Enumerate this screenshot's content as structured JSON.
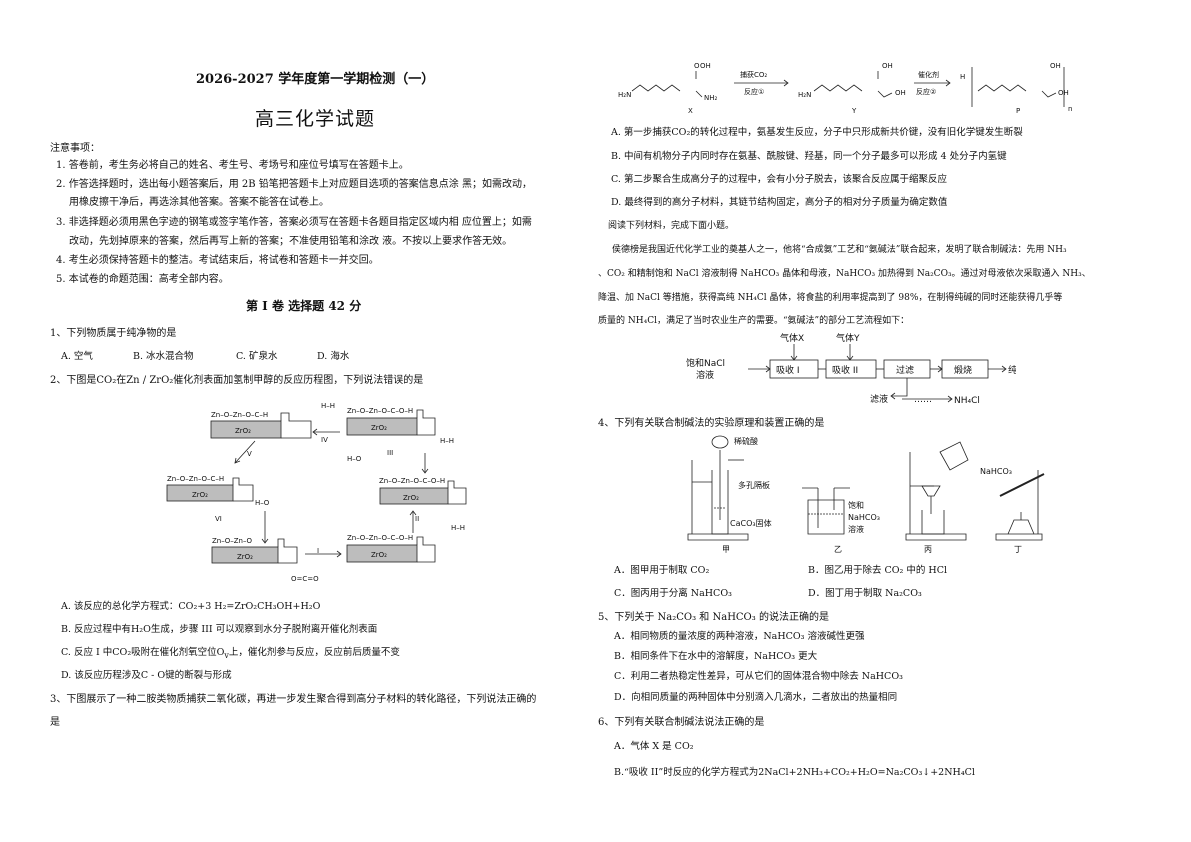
{
  "header": {
    "year_title": "2026-2027 学年度第一学期检测（一）",
    "subject_title": "高三化学试题"
  },
  "notice": {
    "heading": "注意事项：",
    "items": [
      "1. 答卷前，考生务必将自己的姓名、考生号、考场号和座位号填写在答题卡上。",
      "2. 作答选择题时，选出每小题答案后，用 2B 铅笔把答题卡上对应题目选项的答案信息点涂  黑；如需改动，",
      "用橡皮擦干净后，再选涂其他答案。答案不能答在试卷上。",
      "3. 非选择题必须用黑色字迹的钢笔或签字笔作答，答案必须写在答题卡各题目指定区域内相  应位置上；如需",
      "改动，先划掉原来的答案，然后再写上新的答案；不准使用铅笔和涂改  液。不按以上要求作答无效。",
      "4. 考生必须保持答题卡的整洁。考试结束后，将试卷和答题卡一并交回。",
      "5. 本试卷的命题范围：高考全部内容。"
    ]
  },
  "section1": {
    "title": "第 I 卷  选择题  42 分"
  },
  "q1": {
    "stem": "1、下列物质属于纯净物的是",
    "options": [
      "A. 空气",
      "B. 冰水混合物",
      "C. 矿泉水",
      "D. 海水"
    ]
  },
  "q2": {
    "stem": "2、下图是CO₂在Zn / ZrO₂催化剂表面加氢制甲醇的反应历程图，下列说法错误的是",
    "options": [
      "A. 该反应的总化学方程式：CO₂+3  H₂=ZrO₂CH₃OH+H₂O",
      "B. 反应过程中有H₂O生成，步骤  III  可以观察到水分子脱附离开催化剂表面",
      "C. 反应  I  中CO₂吸附在催化剂氧空位O",
      "D. 该反应历程涉及C - O键的断裂与形成"
    ],
    "option_c_sub": "v",
    "option_c_tail": "上，催化剂参与反应，反应前后质量不变",
    "diagram": {
      "surface": "ZrO₂",
      "steps": [
        "I",
        "II",
        "III",
        "IV",
        "V",
        "VI"
      ],
      "h2": "H–H",
      "co2": "O=C=O",
      "water": "H–O",
      "chains": [
        "Zn–O–Zn–O–C–O–H",
        "Zn–O–Zn–O–C–O–H",
        "Zn–O–Zn–O–C–H",
        "Zn–O–Zn–O–C–H",
        "Zn–O–Zn–O"
      ]
    }
  },
  "q3": {
    "stem": "3、下图展示了一种二胺类物质捕获二氧化碳，再进一步发生聚合得到高分子材料的转化路径，下列说法正确的",
    "stem2": "是",
    "scheme": {
      "step1_top": "捕获CO₂",
      "step1_bottom": "反应①",
      "step2_top": "催化剂",
      "step2_bottom": "反应②",
      "labels": [
        "X",
        "Y",
        "P"
      ],
      "groups": [
        "H₂N",
        "NH₂",
        "OH",
        "O",
        "H",
        "n"
      ]
    },
    "options": [
      "A. 第一步捕获CO₂的转化过程中，氨基发生反应，分子中只形成新共价键，没有旧化学键发生断裂",
      "B. 中间有机物分子内同时存在氨基、酰胺键、羟基，同一个分子最多可以形成  4  处分子内氢键",
      "C. 第二步聚合生成高分子的过程中，会有小分子脱去，该聚合反应属于缩聚反应",
      "D. 最终得到的高分子材料，其链节结构固定，高分子的相对分子质量为确定数值"
    ]
  },
  "reading": {
    "intro": "阅读下列材料，完成下面小题。",
    "lines": [
      "侯德榜是我国近代化学工业的奠基人之一，他将“合成氨”工艺和“氨碱法”联合起来，发明了联合制碱法：先用 NH₃",
      "、CO₂ 和精制饱和 NaCl 溶液制得 NaHCO₃ 晶体和母液，NaHCO₃ 加热得到 Na₂CO₃。通过对母液依次采取通入 NH₃、",
      "降温、加 NaCl 等措施，获得高纯 NH₄Cl 晶体，将食盐的利用率提高到了 98%，在制得纯碱的同时还能获得几乎等",
      "质量的 NH₄Cl，满足了当时农业生产的需要。“氨碱法”的部分工艺流程如下："
    ],
    "flow": {
      "feed": [
        "饱和NaCl",
        "溶液"
      ],
      "gas_x": "气体X",
      "gas_y": "气体Y",
      "boxes": [
        "吸收 I",
        "吸收 II",
        "过滤",
        "煅烧"
      ],
      "product": "纯碱",
      "filtrate": "滤液",
      "dots": "……",
      "nh4cl": "NH₄Cl"
    }
  },
  "q4": {
    "stem": "4、下列有关联合制碱法的实验原理和装置正确的是",
    "labels": {
      "acid": "稀硫酸",
      "plate": "多孔隔板",
      "solid": "CaCO₃固体",
      "sat1": "饱和",
      "sat2": "NaHCO₃",
      "sat3": "溶液",
      "nahco3": "NaHCO₃",
      "jia": "甲",
      "yi": "乙",
      "bing": "丙",
      "ding": "丁"
    },
    "options": [
      "A．图甲用于制取 CO₂",
      "B．图乙用于除去 CO₂ 中的 HCl",
      "C．图丙用于分离 NaHCO₃",
      "D．图丁用于制取 Na₂CO₃"
    ]
  },
  "q5": {
    "stem": "5、下列关于 Na₂CO₃ 和 NaHCO₃ 的说法正确的是",
    "options": [
      "A．相同物质的量浓度的两种溶液，NaHCO₃ 溶液碱性更强",
      "B．相同条件下在水中的溶解度，NaHCO₃ 更大",
      "C．利用二者热稳定性差异，可从它们的固体混合物中除去 NaHCO₃",
      "D．向相同质量的两种固体中分别滴入几滴水，二者放出的热量相同"
    ]
  },
  "q6": {
    "stem": "6、下列有关联合制碱法说法正确的是",
    "options": [
      "A．气体 X 是 CO₂",
      "B.“吸收 II”时反应的化学方程式为2NaCl+2NH₃+CO₂+H₂O=Na₂CO₃↓+2NH₄Cl"
    ]
  }
}
